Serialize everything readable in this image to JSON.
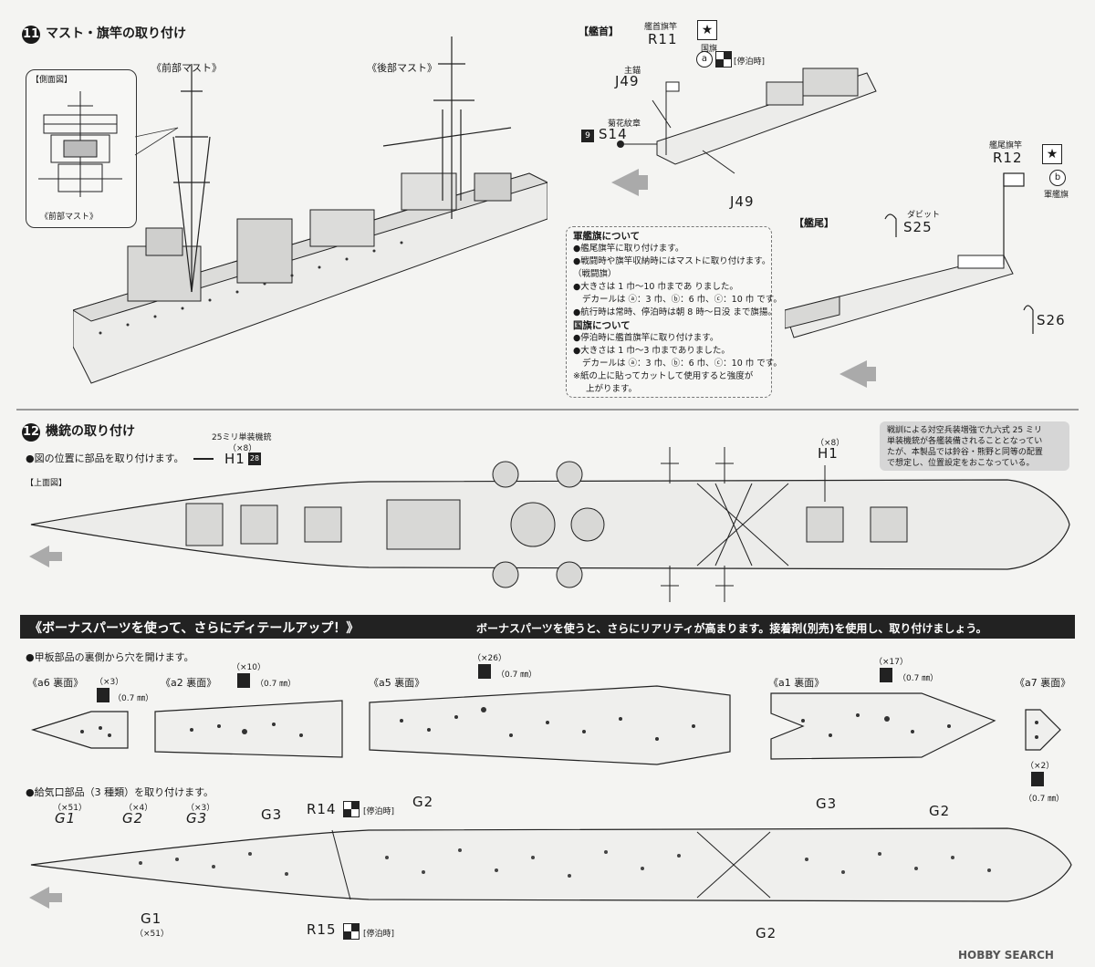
{
  "step11": {
    "num": "11",
    "title": "マスト・旗竿の取り付け",
    "side_view_label": "【側面図】",
    "fore_mast_inset_label": "《前部マスト》",
    "fore_mast_label": "《前部マスト》",
    "aft_mast_label": "《後部マスト》",
    "bow_label": "【艦首】",
    "bow_flag_caption": "艦首旗竿",
    "bow_flag_part": "R11",
    "national_flag_caption": "国旗",
    "national_flag_ref": "a",
    "anchored_note": "[停泊時]",
    "anchor_caption": "主錨",
    "anchor_part": "J49",
    "crest_caption": "菊花紋章",
    "crest_badge": "9",
    "crest_part": "S14",
    "anchor_part2": "J49",
    "stern_label": "【艦尾】",
    "stern_flag_caption": "艦尾旗竿",
    "stern_flag_part": "R12",
    "ensign_ref": "b",
    "ensign_caption": "軍艦旗",
    "davit_caption": "ダビット",
    "davit_part": "S25",
    "davit_part2": "S26",
    "notes": {
      "ensign_title": "軍艦旗について",
      "ensign_lines": [
        "●艦尾旗竿に取り付けます。",
        "●戦闘時や旗竿収納時にはマストに取り付けます。",
        "（戦闘旗）",
        "●大きさは 1 巾〜10 巾まであ りました。",
        "デカールは ⓐ：3 巾、ⓑ：6 巾、ⓒ：10 巾 です。",
        "●航行時は常時、停泊時は朝 8 時〜日没 まで旗揚。"
      ],
      "national_title": "国旗について",
      "national_lines": [
        "●停泊時に艦首旗竿に取り付けます。",
        "●大きさは 1 巾〜3 巾までありました。",
        "デカールは ⓐ：3 巾、ⓑ：6 巾、ⓒ：10 巾 です。",
        "※紙の上に貼ってカットして使用すると強度が",
        "上がります。"
      ]
    }
  },
  "step12": {
    "num": "12",
    "title": "機銃の取り付け",
    "instruction": "●図の位置に部品を取り付けます。",
    "gun_caption": "25ミリ単装機銃",
    "gun_qty": "（×8）",
    "gun_part": "H1",
    "gun_badge": "28",
    "top_view_label": "【上面図】",
    "callout_qty": "（×8）",
    "callout_part": "H1",
    "info_box": [
      "戦訓による対空兵装増強で九六式 25 ミリ",
      "単装機銃が各艦装備されることとなってい",
      "たが、本製品では鈴谷・熊野と同等の配置",
      "で想定し、位置設定をおこなっている。"
    ]
  },
  "bonus": {
    "title": "《ボーナスパーツを使って、さらにディテールアップ！》",
    "subtitle": "ボーナスパーツを使うと、さらにリアリティが高まります。接着剤(別売)を使用し、取り付けましょう。",
    "drill_instruction": "●甲板部品の裏側から穴を開けます。",
    "drill_size": "（0.7 ㎜）",
    "parts": [
      {
        "label": "《a6 裏面》",
        "qty": "（×3）"
      },
      {
        "label": "《a2 裏面》",
        "qty": "（×10）"
      },
      {
        "label": "《a5 裏面》",
        "qty": "（×26）"
      },
      {
        "label": "《a1 裏面》",
        "qty": "（×17）"
      },
      {
        "label": "《a7 裏面》",
        "qty": "（×2）"
      }
    ],
    "vent_instruction": "●給気口部品（3 種類）を取り付けます。",
    "vents": [
      {
        "qty": "（×51）",
        "part": "G1"
      },
      {
        "qty": "（×4）",
        "part": "G2"
      },
      {
        "qty": "（×3）",
        "part": "G3"
      }
    ],
    "callouts": {
      "g3_left": "G3",
      "r14": "R14",
      "r14_note": "[停泊時]",
      "g2_left": "G2",
      "g3_right": "G3",
      "g2_right": "G2",
      "g1": "G1",
      "g1_qty": "（×51）",
      "r15": "R15",
      "r15_note": "[停泊時]",
      "g2_bottom": "G2"
    }
  },
  "watermark": "HOBBY SEARCH",
  "colors": {
    "ink": "#1a1a1a",
    "paper": "#f4f4f2",
    "hull": "#e8e8e8",
    "banner": "#222222"
  }
}
